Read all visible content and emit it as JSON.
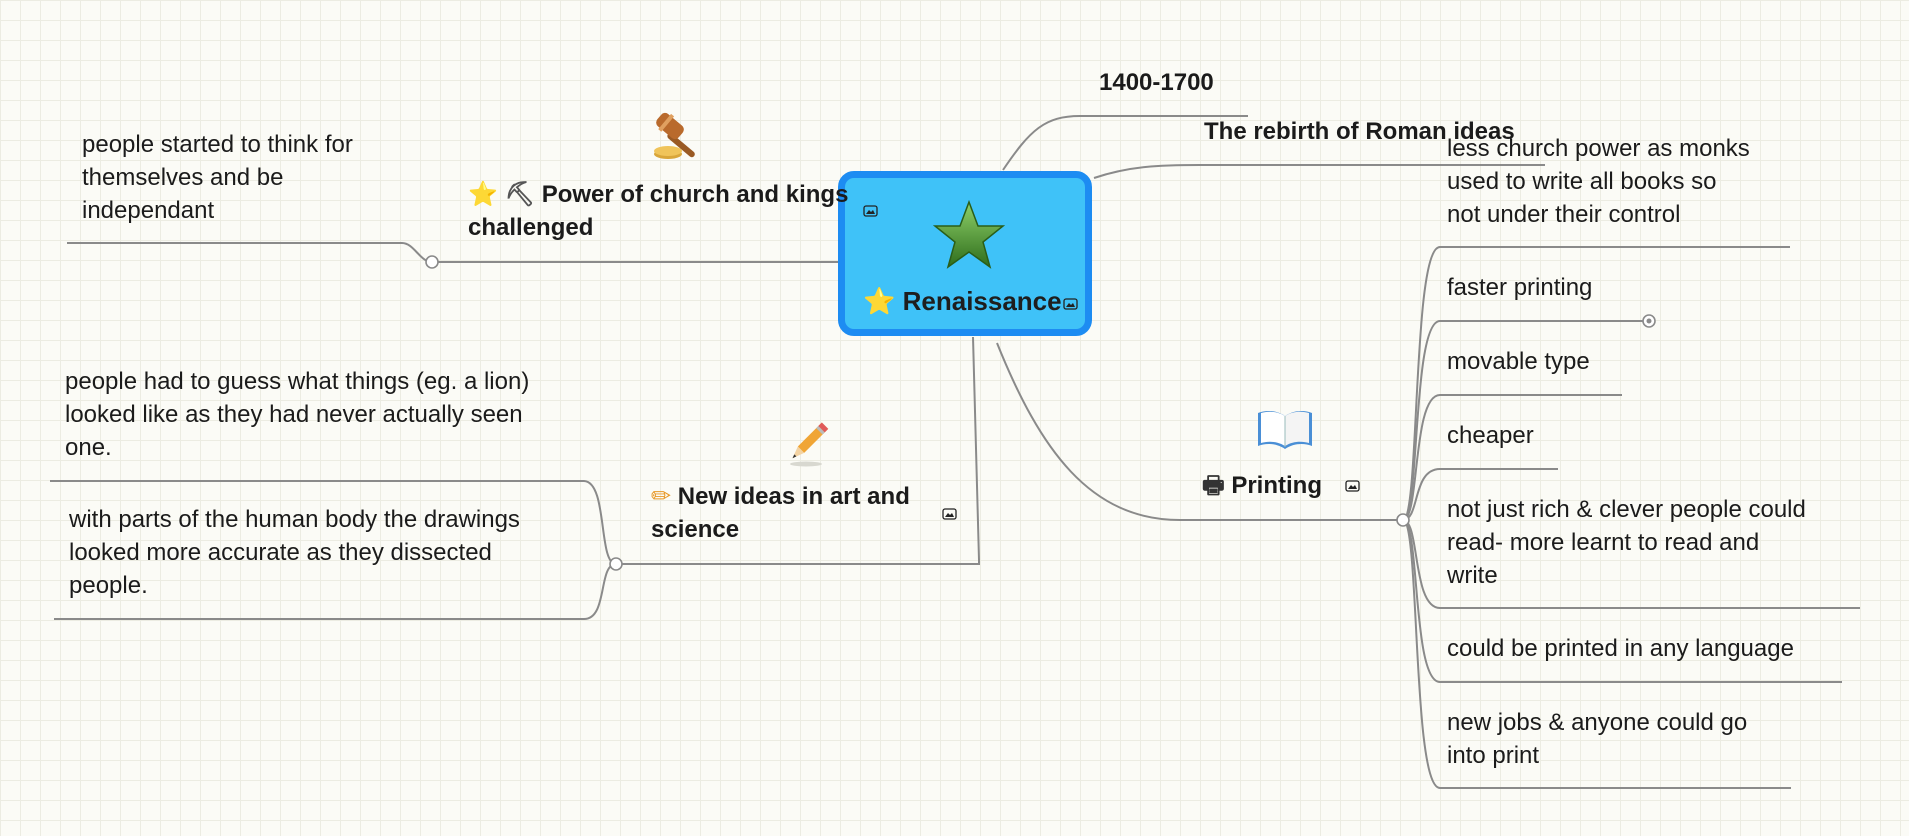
{
  "central": {
    "title": "Renaissance",
    "star_glyph": "⭐"
  },
  "branches": {
    "dates": {
      "label": "1400-1700"
    },
    "rebirth": {
      "label": "The rebirth of Roman ideas"
    },
    "power": {
      "label_line1": "Power of church and kings",
      "label_line2": "challenged",
      "star_glyph": "⭐",
      "hammer_glyph": "⛏",
      "children": [
        [
          "people started to think for",
          "themselves and be",
          "independant"
        ]
      ]
    },
    "art": {
      "label_line1": "New ideas in art and",
      "label_line2": "science",
      "pencil_glyph": "✏",
      "children": [
        [
          "people had to guess what things (eg. a lion)",
          "looked like as they had never actually seen",
          "one."
        ],
        [
          "with parts of the human body the drawings",
          "looked more accurate as they dissected",
          "people."
        ]
      ]
    },
    "printing": {
      "label": "Printing",
      "printer_glyph": "🖶",
      "children": [
        [
          "less church power as monks",
          "used to write all books so",
          "not under their control"
        ],
        [
          "faster printing"
        ],
        [
          "movable type"
        ],
        [
          "cheaper"
        ],
        [
          "not just rich & clever people could",
          "read- more learnt to read and",
          "write"
        ],
        [
          "could be printed in any language"
        ],
        [
          "new jobs & anyone could go",
          "into print"
        ]
      ]
    }
  },
  "colors": {
    "central_fill": "#3fc2f8",
    "central_border": "#1d8cf2",
    "connector": "#8a8a8a",
    "star_green": "#3d8a26"
  },
  "icons": [
    "gavel-icon",
    "star-icon",
    "open-book-icon",
    "pencil-icon",
    "printer-icon",
    "image-icon"
  ]
}
